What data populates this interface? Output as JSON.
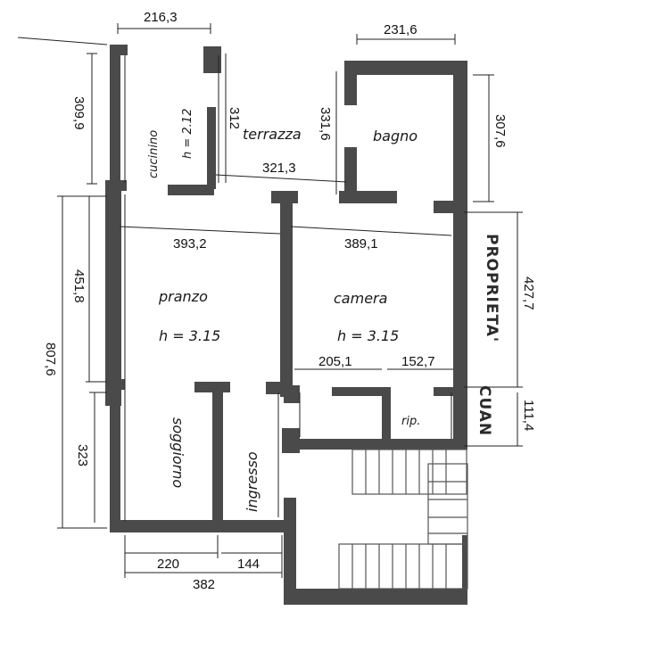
{
  "rooms": {
    "cucinino": "cucinino",
    "cucinino_h": "h = 2.12",
    "terrazza": "terrazza",
    "bagno": "bagno",
    "pranzo": "pranzo",
    "pranzo_h": "h = 3.15",
    "camera": "camera",
    "camera_h": "h = 3.15",
    "soggiorno": "soggiorno",
    "ingresso": "ingresso",
    "rip": "rip."
  },
  "labels": {
    "proprieta": "PROPRIETA'",
    "cuan": "CUAN"
  },
  "dimensions": {
    "cucinino_width": "216,3",
    "bagno_width": "231,6",
    "cucinino_height": "309,9",
    "terrazza_height_left": "312",
    "terrazza_height_right": "331,6",
    "bagno_height": "307,6",
    "terrazza_width": "321,3",
    "pranzo_width": "393,2",
    "camera_width": "389,1",
    "pranzo_height": "451,8",
    "total_height": "807,6",
    "camera_height": "427,7",
    "corridor_width": "205,1",
    "rip_width": "152,7",
    "rip_height": "111,4",
    "soggiorno_height": "323",
    "bottom_left": "220",
    "bottom_right": "144",
    "bottom_total": "382"
  }
}
